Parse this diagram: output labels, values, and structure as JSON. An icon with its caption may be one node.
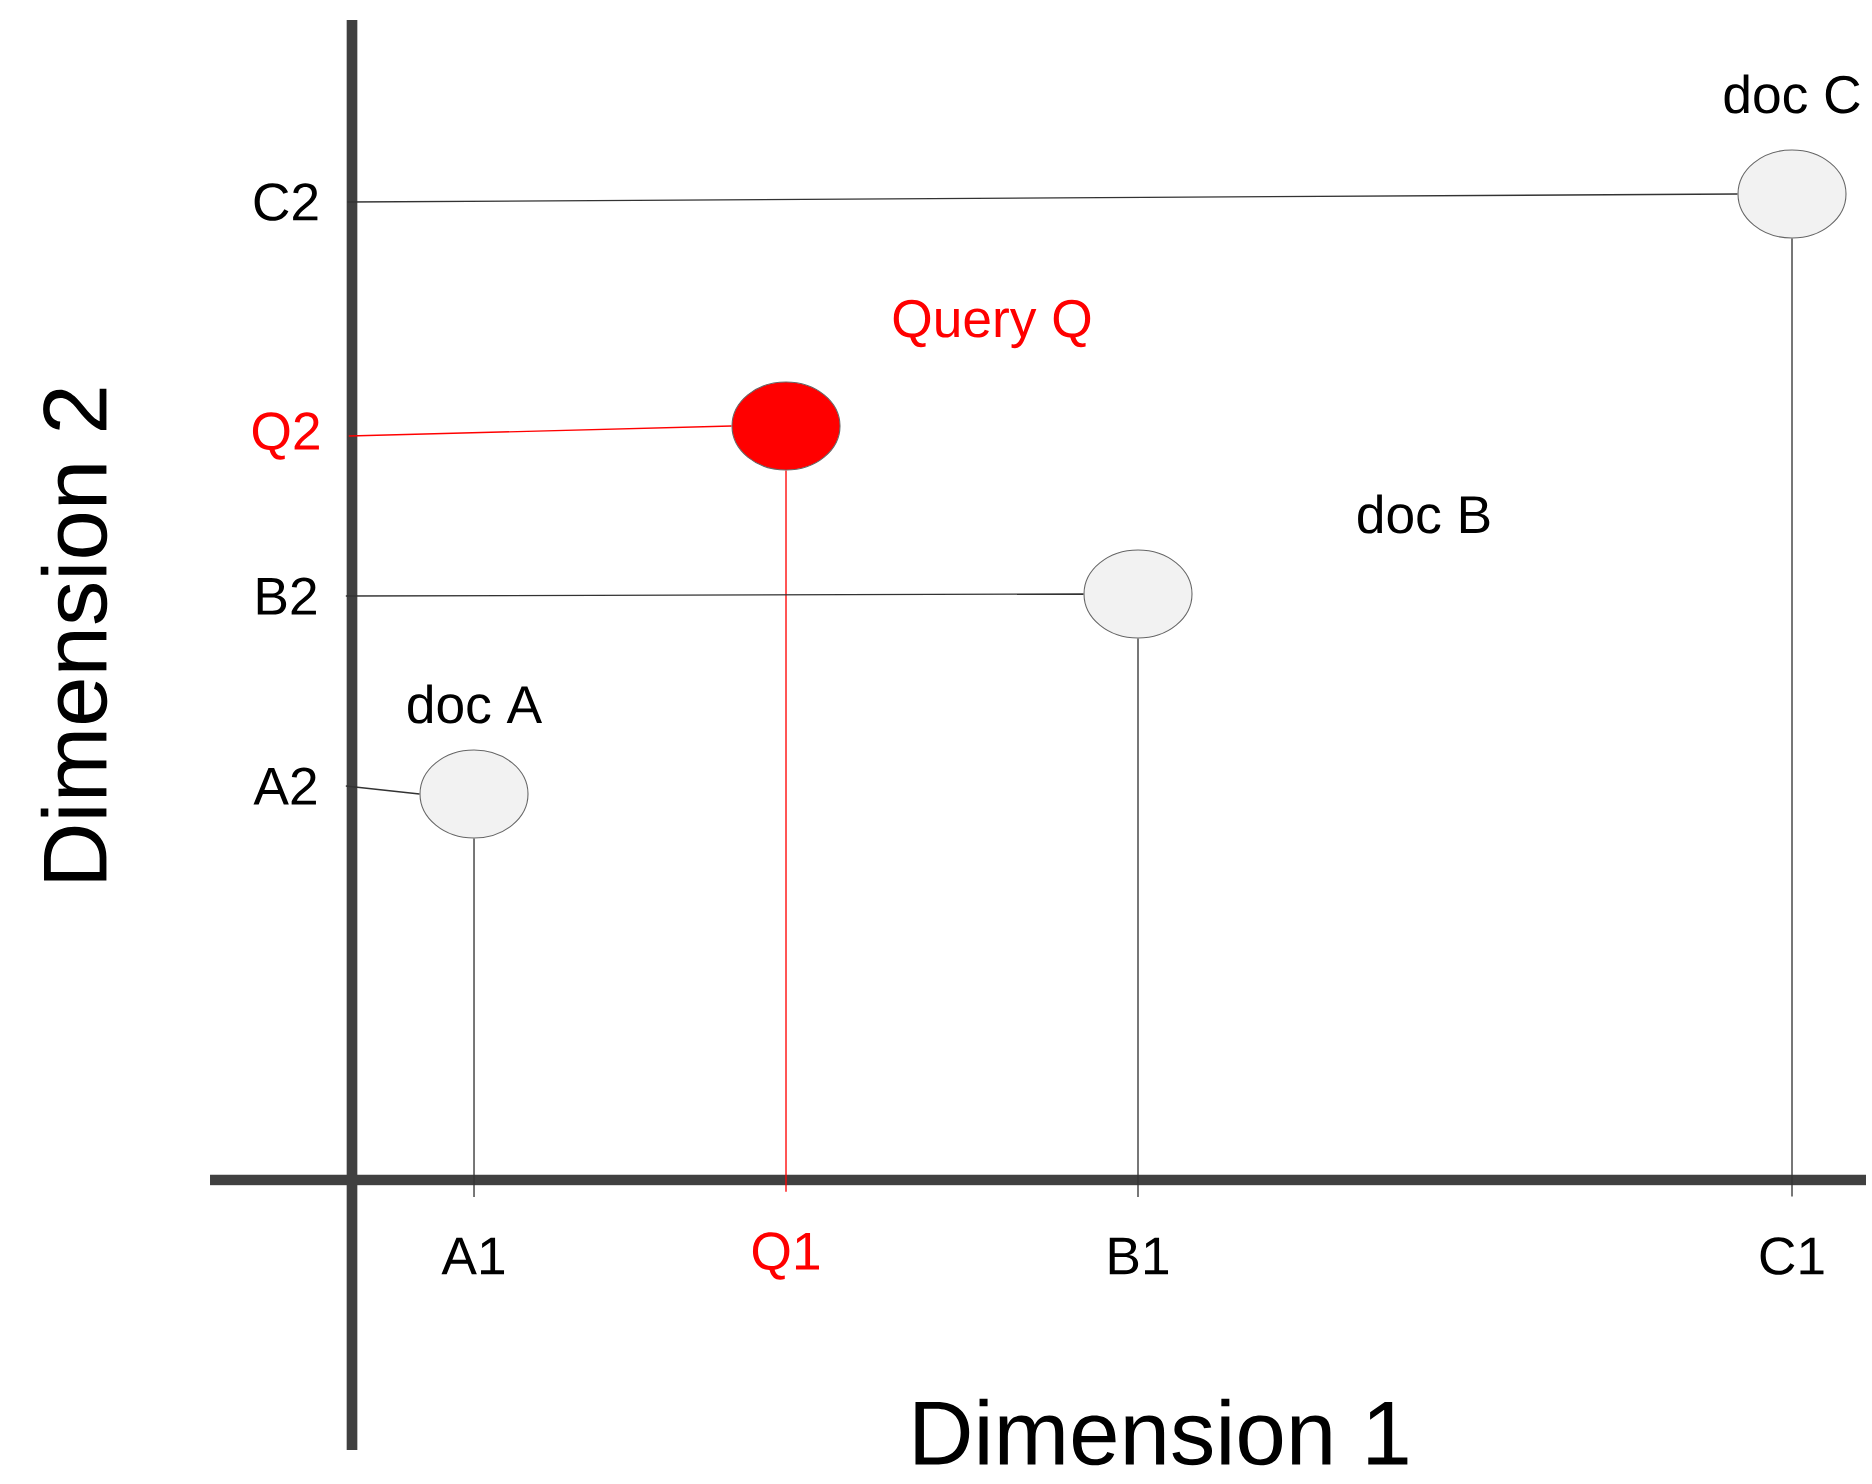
{
  "diagram": {
    "nodes": [
      {
        "text": [
          "doc C"
        ]
      },
      {
        "text": [
          "C2"
        ]
      },
      {
        "text": [
          "Query Q"
        ]
      },
      {
        "text": [
          "Q2"
        ]
      },
      {
        "text": [
          "doc B"
        ]
      },
      {
        "text": [
          "B2"
        ]
      },
      {
        "text": [
          "doc A"
        ]
      },
      {
        "text": [
          "A2"
        ]
      },
      {
        "text": [
          "A1"
        ]
      },
      {
        "text": [
          "Q1"
        ]
      },
      {
        "text": [
          "B1"
        ]
      },
      {
        "text": [
          "C1"
        ]
      }
    ],
    "edges": [
      {
        "from": 1,
        "to": 0,
        "arrow": "none"
      },
      {
        "from": 0,
        "to": 11,
        "arrow": "none"
      },
      {
        "from": 3,
        "to": 2,
        "arrow": "none",
        "color": "#ff0000"
      },
      {
        "from": 2,
        "to": 9,
        "arrow": "none",
        "color": "#ff0000"
      },
      {
        "from": 5,
        "to": 4,
        "arrow": "none"
      },
      {
        "from": 4,
        "to": 10,
        "arrow": "none"
      },
      {
        "from": 7,
        "to": 6,
        "arrow": "none"
      },
      {
        "from": 6,
        "to": 8,
        "arrow": "none"
      }
    ],
    "labels": [
      "Dimension 2",
      "Dimension 1"
    ]
  }
}
